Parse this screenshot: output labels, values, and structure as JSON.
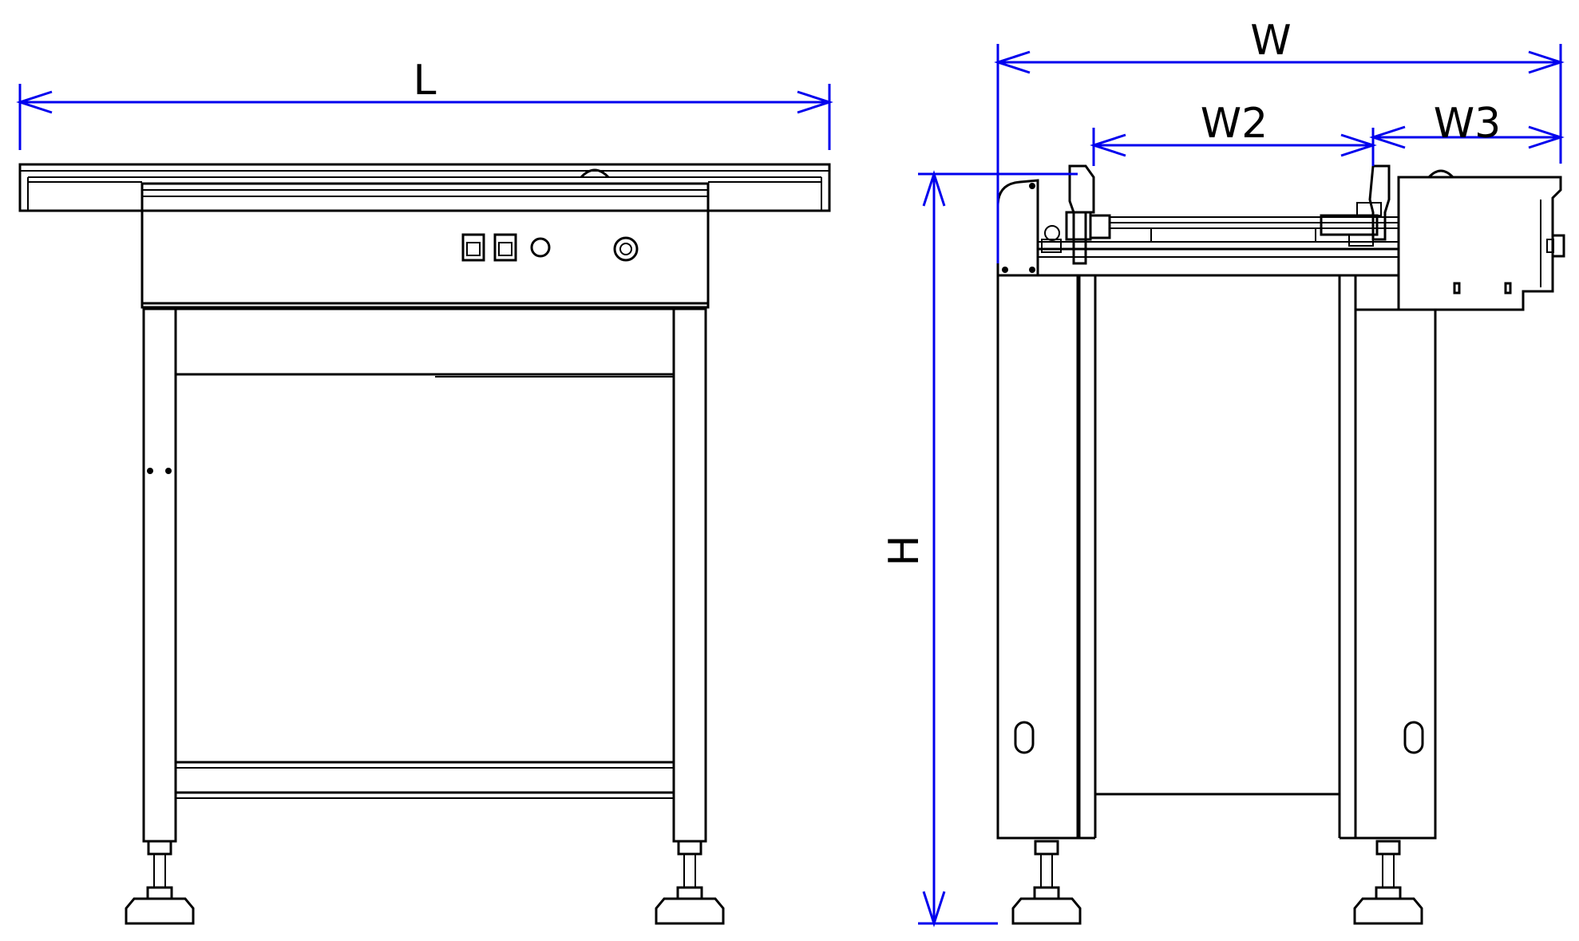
{
  "dimensions": {
    "length_label": "L",
    "width_label": "W",
    "width2_label": "W2",
    "width3_label": "W3",
    "height_label": "H"
  },
  "colors": {
    "dimension_line": "#0000ee",
    "outline": "#000000",
    "background": "#ffffff"
  }
}
